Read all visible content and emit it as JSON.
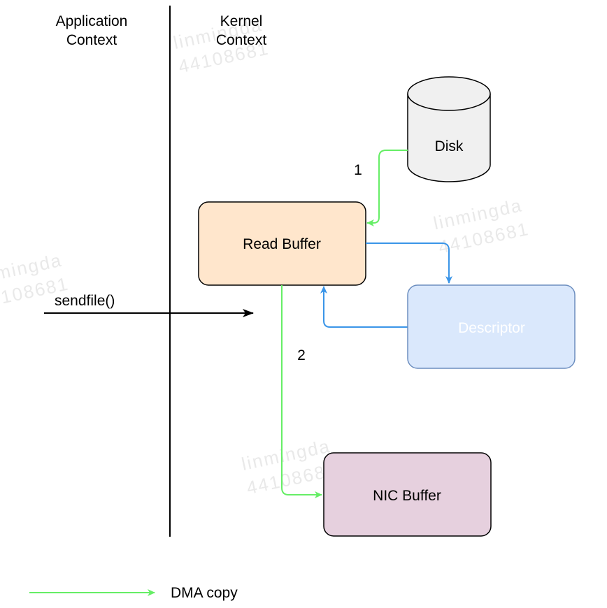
{
  "columns": {
    "application": [
      "Application",
      "Context"
    ],
    "kernel": [
      "Kernel",
      "Context"
    ]
  },
  "nodes": {
    "disk": {
      "label": "Disk",
      "fill": "#f0f0f0",
      "stroke": "#000000"
    },
    "read_buffer": {
      "label": "Read Buffer",
      "fill": "#ffe6cc",
      "stroke": "#000000"
    },
    "descriptor": {
      "label": "Descriptor",
      "fill": "#dae8fc",
      "stroke": "#6c8ebf",
      "text_color": "#ffffff"
    },
    "nic_buffer": {
      "label": "NIC Buffer",
      "fill": "#e6d0de",
      "stroke": "#000000"
    }
  },
  "edges": {
    "disk_to_read_buffer": {
      "step": "1",
      "color": "#66ee66"
    },
    "read_buffer_to_nic": {
      "step": "2",
      "color": "#66ee66"
    },
    "read_buffer_to_descriptor": {
      "color": "#3a95e8"
    },
    "descriptor_to_read_buffer": {
      "color": "#3a95e8"
    },
    "sendfile": {
      "label": "sendfile()",
      "color": "#000000"
    }
  },
  "legend": {
    "label": "DMA copy",
    "color": "#66ee66"
  },
  "watermark": {
    "line1": "linmingda",
    "line2": "44108681"
  }
}
